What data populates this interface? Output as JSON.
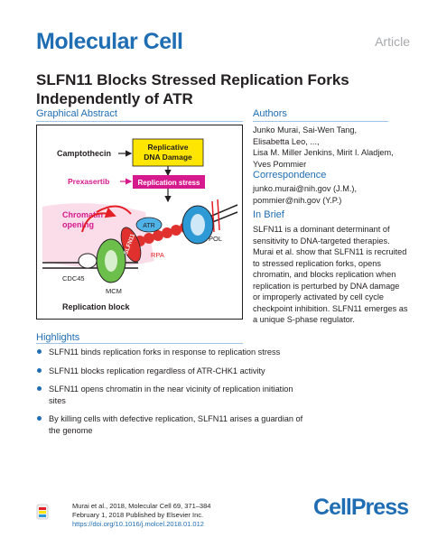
{
  "header": {
    "journal": "Molecular Cell",
    "article_type": "Article"
  },
  "title": "SLFN11 Blocks Stressed Replication Forks Independently of ATR",
  "graphical_abstract": {
    "heading": "Graphical Abstract",
    "labels": {
      "camptothecin": "Camptothecin",
      "replicative": "Replicative",
      "dna_damage": "DNA Damage",
      "prexasertib": "Prexasertib",
      "replication_stress": "Replication stress",
      "chromatin": "Chromatin",
      "opening": "opening",
      "slfn11": "SLFN11",
      "atr": "ATR",
      "rpa": "RPA",
      "pol": "POL",
      "cdc45": "CDC45",
      "mcm": "MCM",
      "replication_block": "Replication block"
    },
    "colors": {
      "yellow_box": "#ffe600",
      "prexasertib_magenta": "#d6198c",
      "slfn11_red": "#e0312f",
      "atr_blue": "#4fb3e8",
      "mcm_green": "#6cbf4b",
      "pol_blue": "#2d9ad6",
      "arrow_red": "#e31e24"
    }
  },
  "authors": {
    "heading": "Authors",
    "lines": [
      "Junko Murai, Sai-Wen Tang,",
      "Elisabetta Leo, ...,",
      "Lisa M. Miller Jenkins, Mirit I. Aladjem,",
      "Yves Pommier"
    ]
  },
  "correspondence": {
    "heading": "Correspondence",
    "lines": [
      "junko.murai@nih.gov (J.M.),",
      "pommier@nih.gov (Y.P.)"
    ]
  },
  "in_brief": {
    "heading": "In Brief",
    "text": "SLFN11 is a dominant determinant of sensitivity to DNA-targeted therapies. Murai et al. show that SLFN11 is recruited to stressed replication forks, opens chromatin, and blocks replication when replication is perturbed by DNA damage or improperly activated by cell cycle checkpoint inhibition. SLFN11 emerges as a unique S-phase regulator."
  },
  "highlights": {
    "heading": "Highlights",
    "items": [
      "SLFN11 binds replication forks in response to replication stress",
      "SLFN11 blocks replication regardless of ATR-CHK1 activity",
      "SLFN11 opens chromatin in the near vicinity of replication initiation sites",
      "By killing cells with defective replication, SLFN11 arises a guardian of the genome"
    ]
  },
  "footer": {
    "citation": "Murai et al., 2018, Molecular Cell 69, 371–384",
    "published": "February 1, 2018 Published by Elsevier Inc.",
    "doi": "https://doi.org/10.1016/j.molcel.2018.01.012",
    "publisher_logo": "CellPress"
  }
}
